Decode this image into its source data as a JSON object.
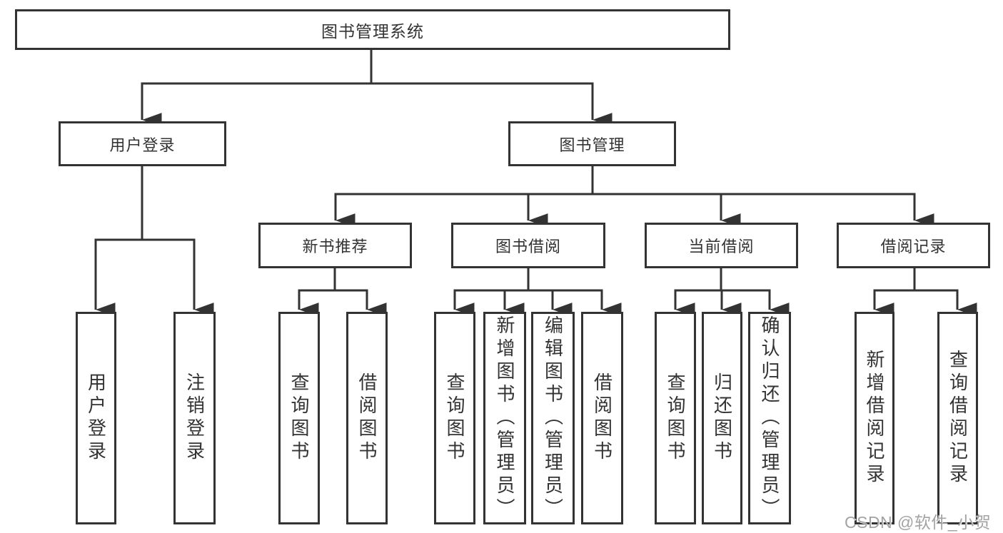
{
  "diagram": {
    "type": "hierarchy-tree",
    "tree": {
      "label": "图书管理系统",
      "children": [
        {
          "label": "用户登录",
          "children": [
            {
              "label": "用户登录"
            },
            {
              "label": "注销登录"
            }
          ]
        },
        {
          "label": "图书管理",
          "children": [
            {
              "label": "新书推荐",
              "children": [
                {
                  "label": "查询图书"
                },
                {
                  "label": "借阅图书"
                }
              ]
            },
            {
              "label": "图书借阅",
              "children": [
                {
                  "label": "查询图书"
                },
                {
                  "label": "新增图书（管理员）"
                },
                {
                  "label": "编辑图书（管理员）"
                },
                {
                  "label": "借阅图书"
                }
              ]
            },
            {
              "label": "当前借阅",
              "children": [
                {
                  "label": "查询图书"
                },
                {
                  "label": "归还图书"
                },
                {
                  "label": "确认归还（管理员）"
                }
              ]
            },
            {
              "label": "借阅记录",
              "children": [
                {
                  "label": "新增借阅记录"
                },
                {
                  "label": "查询借阅记录"
                }
              ]
            }
          ]
        }
      ]
    }
  },
  "watermark": {
    "text": "CSDN @软件_小贺同学"
  },
  "colors": {
    "line": "#333333",
    "box_border": "#333333",
    "text": "#333333",
    "watermark": "#a3a3a3",
    "background": "#ffffff"
  }
}
